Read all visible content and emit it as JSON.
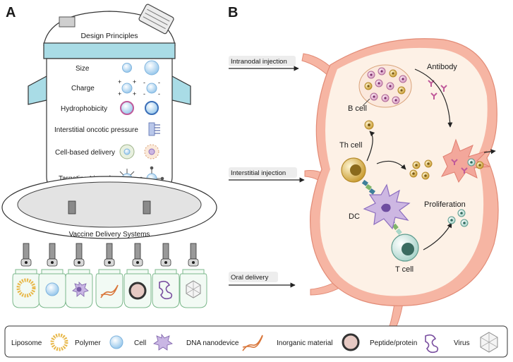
{
  "panels": {
    "a": "A",
    "b": "B"
  },
  "design": {
    "title": "Design Principles",
    "rows": [
      {
        "label": "Size",
        "icon": "size-icons"
      },
      {
        "label": "Charge",
        "icon": "charge-icons"
      },
      {
        "label": "Hydrophobicity",
        "icon": "hydrophobicity-icons"
      },
      {
        "label": "Interstitial oncotic pressure",
        "icon": "pressure-icon"
      },
      {
        "label": "Cell-based delivery",
        "icon": "cell-based-icons"
      },
      {
        "label": "Targeting Ligand",
        "icon": "ligand-icons"
      }
    ]
  },
  "platform": {
    "label": "Vaccine Delivery Systems"
  },
  "routes": {
    "intranodal": "Intranodal injection",
    "interstitial": "Interstitial injection",
    "oral": "Oral delivery"
  },
  "node": {
    "b_cell": "B cell",
    "th_cell": "Th cell",
    "dc": "DC",
    "t_cell": "T cell",
    "antibody": "Antibody",
    "proliferation": "Proliferation"
  },
  "legend": [
    {
      "label": "Liposome",
      "icon": "liposome-icon"
    },
    {
      "label": "Polymer",
      "icon": "polymer-icon"
    },
    {
      "label": "Cell",
      "icon": "cell-icon"
    },
    {
      "label": "DNA nanodevice",
      "icon": "dna-icon"
    },
    {
      "label": "Inorganic material",
      "icon": "inorganic-icon"
    },
    {
      "label": "Peptide/protein",
      "icon": "peptide-icon"
    },
    {
      "label": "Virus",
      "icon": "virus-icon"
    }
  ],
  "colors": {
    "tank_cap": "#a9dce6",
    "lymph_outer": "#f6b5a3",
    "lymph_inner": "#fdf1e6",
    "liposome": "#e8b84a",
    "polymer": "#9cc7ee",
    "cell": "#9d86c4",
    "dna": "#d9763a",
    "peptide": "#7a4fa0"
  }
}
